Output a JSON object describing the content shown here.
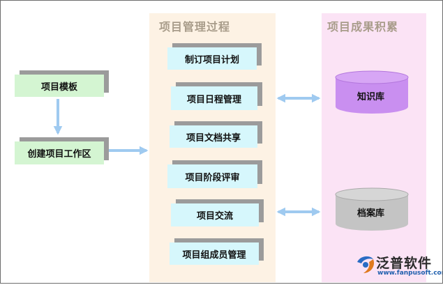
{
  "process": {
    "title": "项目管理过程",
    "steps": [
      "制订项目计划",
      "项目日程管理",
      "项目文档共享",
      "项目阶段评审",
      "项目交流",
      "项目组成员管理"
    ]
  },
  "results": {
    "title": "项目成果积累",
    "stores": [
      "知识库",
      "档案库"
    ]
  },
  "inputs": {
    "template": "项目模板",
    "workspace": "创建项目工作区"
  },
  "logo": {
    "name": "泛普软件",
    "url": "www.fanpusoft.com"
  },
  "colors": {
    "arrow": "#9fcaf0",
    "knowledge_store": "#c98ff0",
    "archive_store": "#c4c4c4",
    "process_bg": "#fdf2e4",
    "results_bg": "#fbe3f5"
  }
}
